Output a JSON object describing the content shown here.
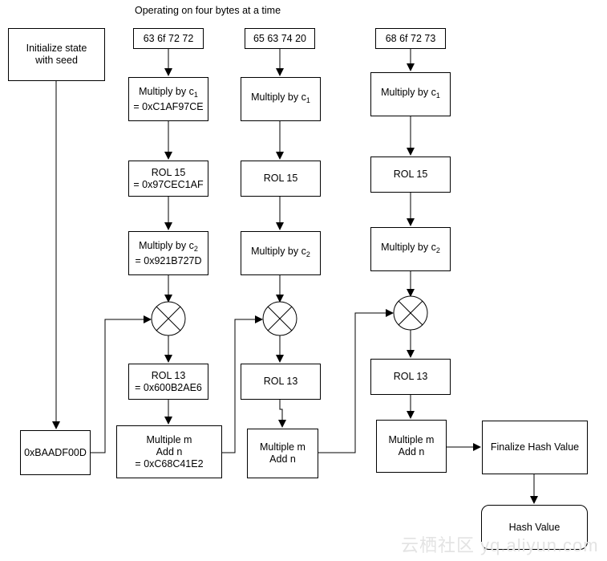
{
  "title": "Operating on four bytes at a time",
  "init": {
    "line1": "Initialize state",
    "line2": "with seed"
  },
  "seed": "0xBAADF00D",
  "columns": [
    {
      "input": "63 6f 72 72",
      "mul1": {
        "text": "Multiply by c",
        "sub": "1",
        "value": "= 0xC1AF97CE"
      },
      "rol15": {
        "text": "ROL 15",
        "value": "= 0x97CEC1AF"
      },
      "mul2": {
        "text": "Multiply by c",
        "sub": "2",
        "value": "= 0x921B727D"
      },
      "rol13": {
        "text": "ROL 13",
        "value": "= 0x600B2AE6"
      },
      "madd": {
        "line1": "Multiple m",
        "line2": "Add n",
        "value": "= 0xC68C41E2"
      }
    },
    {
      "input": "65 63 74 20",
      "mul1": {
        "text": "Multiply by c",
        "sub": "1"
      },
      "rol15": {
        "text": "ROL 15"
      },
      "mul2": {
        "text": "Multiply by c",
        "sub": "2"
      },
      "rol13": {
        "text": "ROL 13"
      },
      "madd": {
        "line1": "Multiple m",
        "line2": "Add n"
      }
    },
    {
      "input": "68 6f 72 73",
      "mul1": {
        "text": "Multiply by c",
        "sub": "1"
      },
      "rol15": {
        "text": "ROL 15"
      },
      "mul2": {
        "text": "Multiply by c",
        "sub": "2"
      },
      "rol13": {
        "text": "ROL 13"
      },
      "madd": {
        "line1": "Multiple m",
        "line2": "Add n"
      }
    }
  ],
  "finalize": "Finalize Hash Value",
  "hash": "Hash Value",
  "watermark": "云栖社区 yq.aliyun.com"
}
